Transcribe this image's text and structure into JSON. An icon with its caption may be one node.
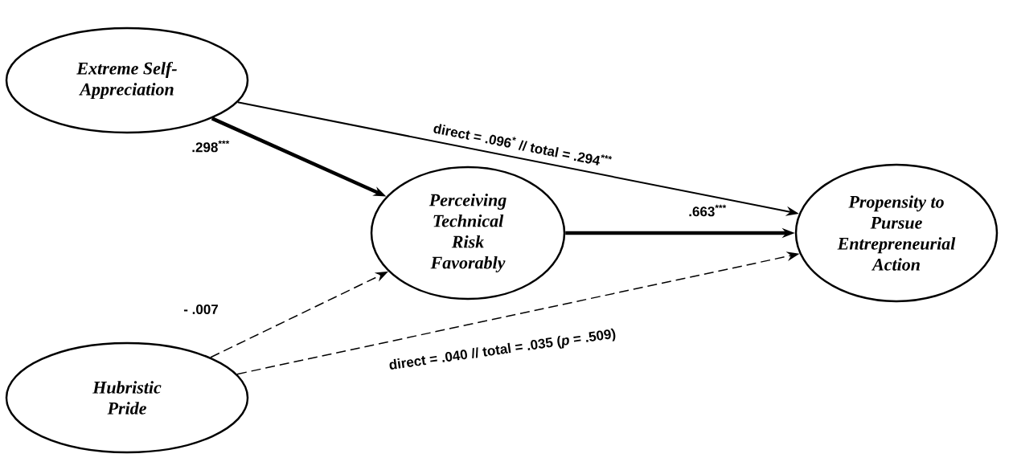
{
  "diagram": {
    "nodes": [
      {
        "text": [
          "Extreme Self-Appreciation"
        ]
      },
      {
        "text": [
          "Perceiving Technical Risk Favorably"
        ]
      },
      {
        "text": [
          "Propensity to Pursue Entrepreneurial Action"
        ]
      },
      {
        "text": [
          "Hubristic Pride"
        ]
      }
    ],
    "edges": [
      {
        "from": 0,
        "to": 2,
        "arrow": "to",
        "label": "direct = .096$^{*}$ // total = .294$^{***}$"
      },
      {
        "from": 0,
        "to": 1,
        "arrow": "to",
        "style": "thick",
        "label": ".298$^{***}$"
      },
      {
        "from": 3,
        "to": 1,
        "arrow": "to",
        "style": "dashed",
        "label": "- .007"
      },
      {
        "from": 1,
        "to": 2,
        "arrow": "to",
        "style": "thick",
        "label": ".663$^{***}$"
      },
      {
        "from": 3,
        "to": 2,
        "arrow": "to",
        "style": "dashed",
        "label": "direct = .040 // total = .035 (*p* = .509)"
      }
    ]
  }
}
